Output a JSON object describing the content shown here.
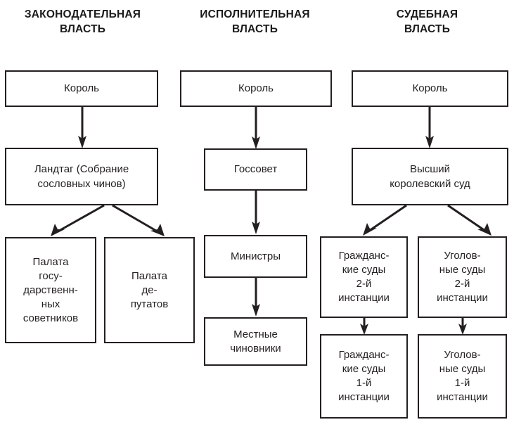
{
  "diagram": {
    "title_columns": [
      {
        "id": "legislative",
        "label": "ЗАКОНОДАТЕЛЬНАЯ\nВЛАСТЬ"
      },
      {
        "id": "executive",
        "label": "ИСПОЛНИТЕЛЬНАЯ\nВЛАСТЬ"
      },
      {
        "id": "judicial",
        "label": "СУДЕБНАЯ\nВЛАСТЬ"
      }
    ],
    "colors": {
      "box_border": "#231f20",
      "box_fill": "#ffffff",
      "text": "#231f20",
      "background": "#ffffff"
    },
    "legislative": {
      "king": "Король",
      "landtag": "Ландтаг (Собрание\nсословных чинов)",
      "chamber_councillors": "Палата\nгосу-\nдарственн-\nных\nсоветников",
      "chamber_deputies": "Палата\nде-\nпутатов"
    },
    "executive": {
      "king": "Король",
      "state_council": "Госсовет",
      "ministers": "Министры",
      "local_officials": "Местные\nчиновники"
    },
    "judicial": {
      "king": "Король",
      "supreme_court": "Высший\nкоролевский суд",
      "civil_courts_2": "Гражданс-\nкие суды\n2-й\nинстанции",
      "criminal_courts_2": "Уголов-\nные суды\n2-й\nинстанции",
      "civil_courts_1": "Гражданс-\nкие суды\n1-й\nинстанции",
      "criminal_courts_1": "Уголов-\nные суды\n1-й\nинстанции"
    }
  }
}
